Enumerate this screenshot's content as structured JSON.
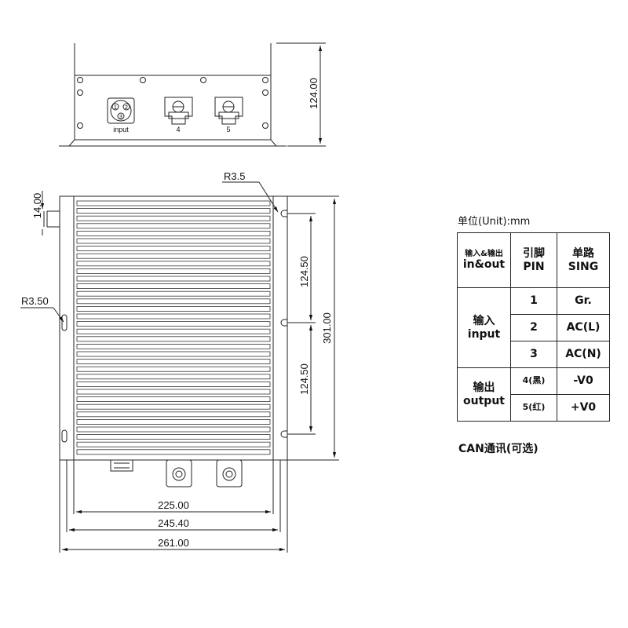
{
  "top_view": {
    "height_dim": "124.00",
    "labels": {
      "input": "input",
      "port4": "4",
      "port5": "5"
    },
    "connector_pins": [
      "1",
      "2",
      "3"
    ]
  },
  "front_view": {
    "dims": {
      "r_top": "R3.5",
      "r_left": "R3.50",
      "lug_height": "14.00",
      "slot_a": "124.50",
      "slot_b": "124.50",
      "total_height": "301.00",
      "w_inner": "225.00",
      "w_mid": "245.40",
      "w_total": "261.00"
    }
  },
  "unit_label": "单位(Unit):mm",
  "pin_table": {
    "header": {
      "col1": "输入&输出",
      "col1_en": "in&out",
      "col2": "引脚",
      "col2_en": "PIN",
      "col3": "单路",
      "col3_en": "SING"
    },
    "input_group": {
      "label": "输入",
      "label_en": "input"
    },
    "output_group": {
      "label": "输出",
      "label_en": "output"
    },
    "rows": [
      {
        "pin": "1",
        "signal": "Gr."
      },
      {
        "pin": "2",
        "signal": "AC(L)"
      },
      {
        "pin": "3",
        "signal": "AC(N)"
      },
      {
        "pin": "4(黑)",
        "signal": "-V0"
      },
      {
        "pin": "5(红)",
        "signal": "+V0"
      }
    ]
  },
  "can_label": "CAN通讯(可选)"
}
